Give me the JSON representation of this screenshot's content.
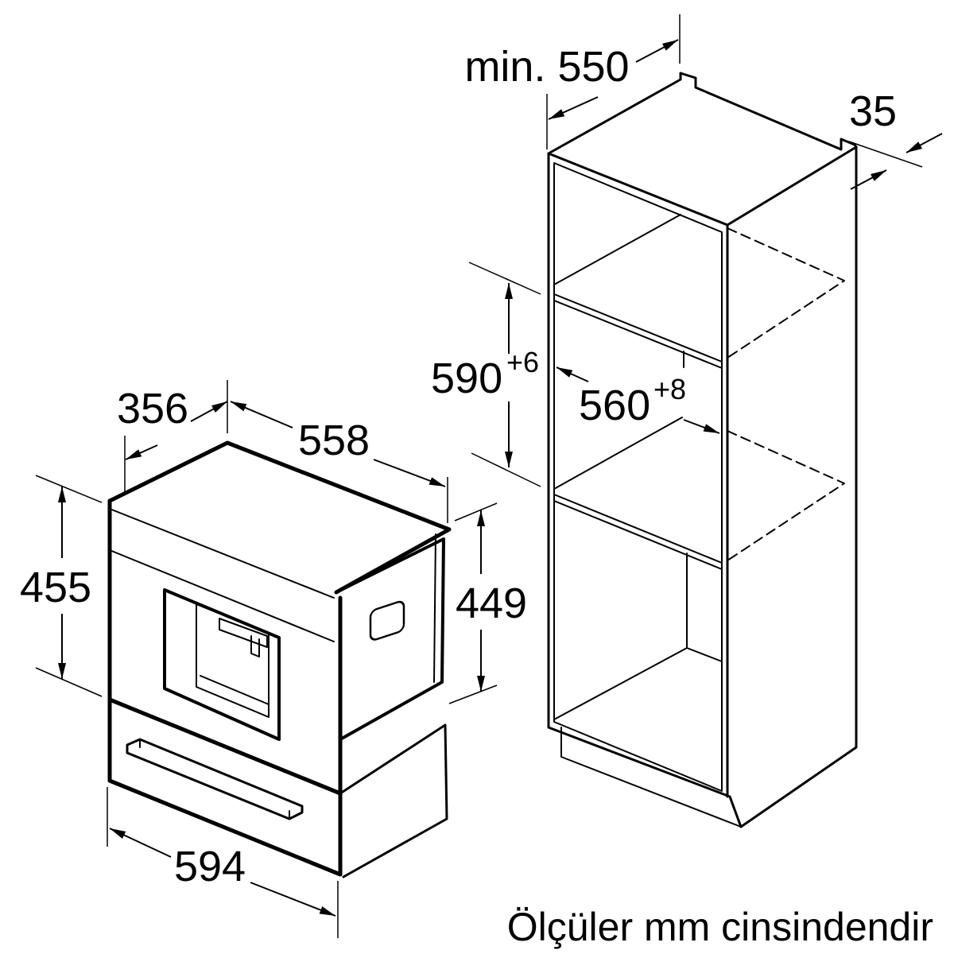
{
  "unit_note": "Ölçüler mm cinsindendir",
  "appliance": {
    "width": "594",
    "height_front": "455",
    "height_body": "449",
    "depth": "558",
    "depth_front": "356"
  },
  "cabinet": {
    "min_depth": "min. 550",
    "back_gap": "35",
    "niche_height": "590",
    "niche_height_tol": "+6",
    "niche_width": "560",
    "niche_width_tol": "+8"
  },
  "colors": {
    "line": "#000000",
    "background": "#ffffff"
  }
}
